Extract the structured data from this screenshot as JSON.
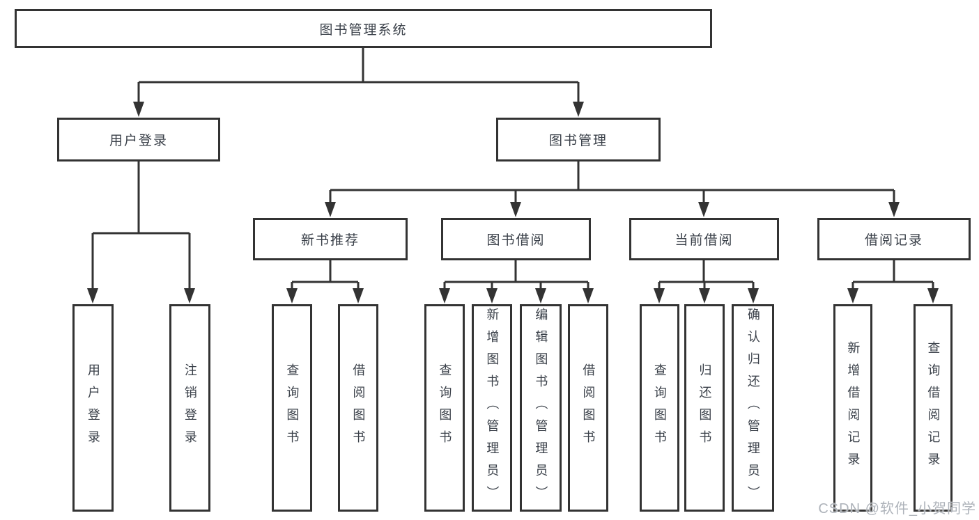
{
  "tree": {
    "root": {
      "label": "图书管理系统"
    },
    "branches": [
      {
        "label": "用户登录",
        "children": [
          {
            "label": "用户登录"
          },
          {
            "label": "注销登录"
          }
        ]
      },
      {
        "label": "图书管理",
        "groups": [
          {
            "label": "新书推荐",
            "children": [
              {
                "label": "查询图书"
              },
              {
                "label": "借阅图书"
              }
            ]
          },
          {
            "label": "图书借阅",
            "children": [
              {
                "label": "查询图书"
              },
              {
                "label": "新增图书（管理员）"
              },
              {
                "label": "编辑图书（管理员）"
              },
              {
                "label": "借阅图书"
              }
            ]
          },
          {
            "label": "当前借阅",
            "children": [
              {
                "label": "查询图书"
              },
              {
                "label": "归还图书"
              },
              {
                "label": "确认归还（管理员）"
              }
            ]
          },
          {
            "label": "借阅记录",
            "children": [
              {
                "label": "新增借阅记录"
              },
              {
                "label": "查询借阅记录"
              }
            ]
          }
        ]
      }
    ]
  },
  "watermark": {
    "text": "CSDN @软件_小贺同学"
  },
  "colors": {
    "line": "#333333",
    "box_border": "#333333",
    "text": "#3a4049",
    "watermark": "#aeb3ba",
    "background": "#ffffff"
  }
}
